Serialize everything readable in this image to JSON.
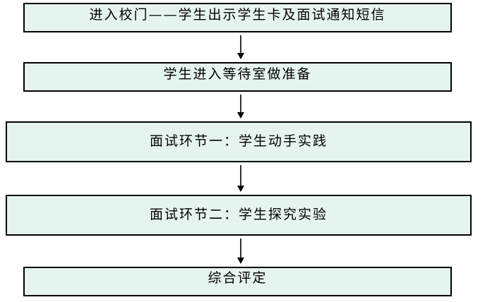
{
  "flow": {
    "steps": [
      {
        "label": "进入校门——学生出示学生卡及面试通知短信"
      },
      {
        "label": "学生进入等待室做准备"
      },
      {
        "label": "面试环节一：学生动手实践"
      },
      {
        "label": "面试环节二：学生探究实验"
      },
      {
        "label": "综合评定"
      }
    ],
    "colors": {
      "box_fill": "#e6f4f0",
      "border": "#000000",
      "arrow": "#000000"
    }
  }
}
